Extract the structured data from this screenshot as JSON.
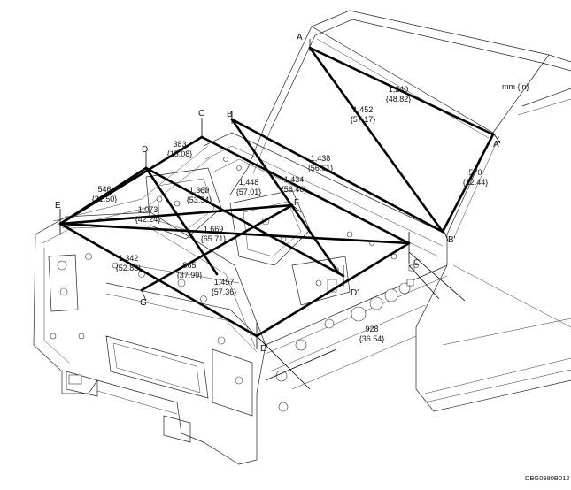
{
  "unit_legend": "mm {in}",
  "figure_code": "DBG0980B012",
  "points": {
    "A": "A",
    "A_prime": "A'",
    "B": "B",
    "B_prime": "B'",
    "C": "C",
    "C_prime": "C'",
    "D": "D",
    "D_prime": "D'",
    "E": "E",
    "E_prime": "E'",
    "F": "F",
    "G": "G"
  },
  "measurements": [
    {
      "id": "m1240",
      "mm": "1,240",
      "inch": "{48.82}"
    },
    {
      "id": "m1452",
      "mm": "1,452",
      "inch": "{57.17}"
    },
    {
      "id": "m570",
      "mm": "570",
      "inch": "{22.44}"
    },
    {
      "id": "m1438",
      "mm": "1,438",
      "inch": "{56.61}"
    },
    {
      "id": "m383",
      "mm": "383",
      "inch": "{15.08}"
    },
    {
      "id": "m546",
      "mm": "546",
      "inch": "{21.50}"
    },
    {
      "id": "m1360",
      "mm": "1,360",
      "inch": "{53.54}"
    },
    {
      "id": "m1448",
      "mm": "1,448",
      "inch": "{57.01}"
    },
    {
      "id": "m1434",
      "mm": "1,434",
      "inch": "{56.46}"
    },
    {
      "id": "m1073",
      "mm": "1,073",
      "inch": "{42.24}"
    },
    {
      "id": "m1669",
      "mm": "1,669",
      "inch": "{65.71}"
    },
    {
      "id": "m1342",
      "mm": "1,342",
      "inch": "{52.83}"
    },
    {
      "id": "m965",
      "mm": "965",
      "inch": "{37.99}"
    },
    {
      "id": "m1457",
      "mm": "1,457",
      "inch": "{57.36}"
    },
    {
      "id": "m928",
      "mm": "928",
      "inch": "{36.54}"
    }
  ]
}
